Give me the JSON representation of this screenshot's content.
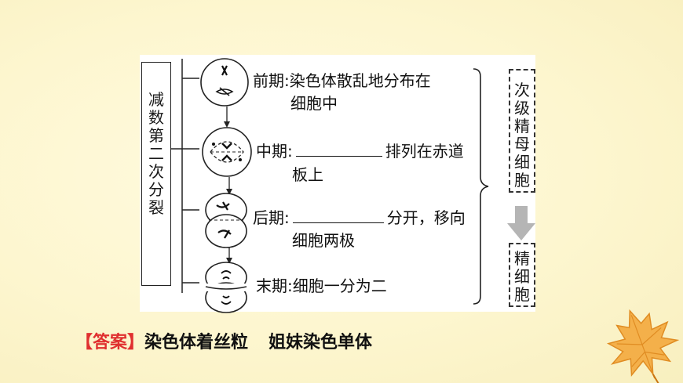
{
  "stage_title": "减数第二次分裂",
  "phases": {
    "prophase": {
      "label": "前期:",
      "line1": "染色体散乱地分布在",
      "line2": "细胞中"
    },
    "metaphase": {
      "label": "中期:",
      "line1": "排列在赤道",
      "line2": "板上"
    },
    "anaphase": {
      "label": "后期:",
      "line1": "分开，移向",
      "line2": "细胞两极"
    },
    "telophase": {
      "label": "末期:",
      "line1": "细胞一分为二"
    }
  },
  "result_cells": {
    "input": "次级精母细胞",
    "output": "精细胞"
  },
  "answer": {
    "tag": "【答案】",
    "answer1": "染色体着丝粒",
    "answer2": "姐妹染色单体"
  }
}
